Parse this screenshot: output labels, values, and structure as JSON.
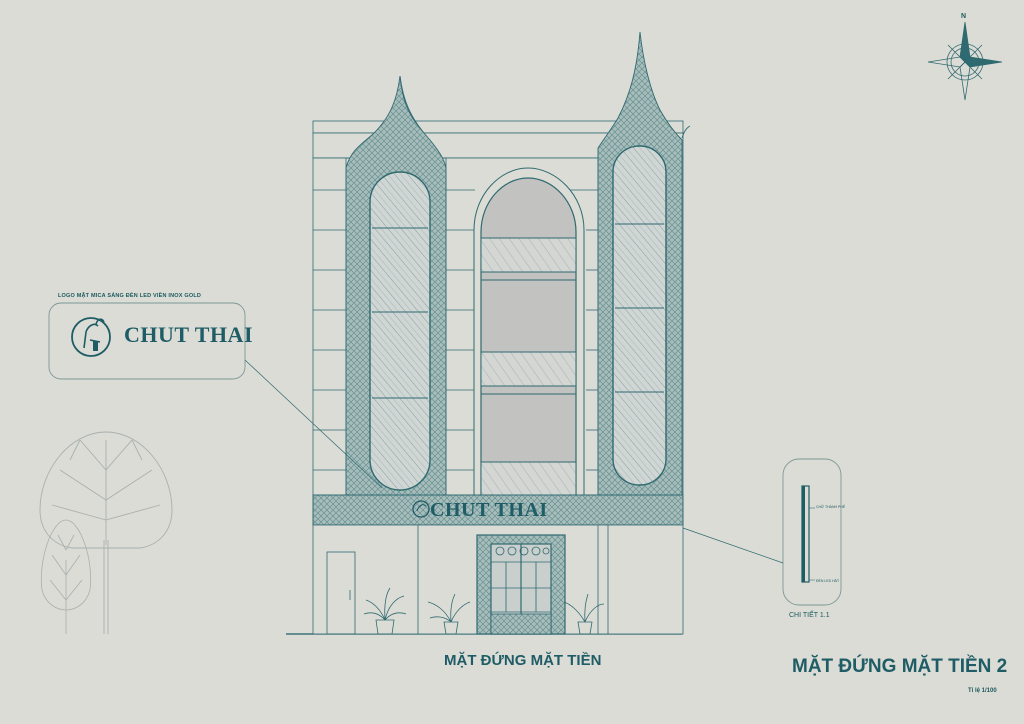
{
  "annotations": {
    "logo_note": "LOGO MẶT MICA SÁNG ĐÈN LED VIỀN INOX GOLD",
    "detail_note_1": "CHỮ THÀNH PHÊ",
    "detail_note_2": "ĐÈN LED HẮT"
  },
  "brand": {
    "logo_text": "CHUT THAI",
    "sign_text": "CHUT THAI"
  },
  "titles": {
    "elevation_title": "MẶT ĐỨNG MẶT TIỀN",
    "sheet_title": "MẶT ĐỨNG MẶT TIỀN 2",
    "scale": "Tỉ lệ 1/100",
    "detail_caption": "CHI TIẾT 1.1"
  },
  "compass": {
    "north_label": "N"
  },
  "colors": {
    "background": "#dcdcd6",
    "line": "#1e5c66",
    "pattern_panel": "#9fb6b4",
    "glass": "#c4c4c4"
  }
}
